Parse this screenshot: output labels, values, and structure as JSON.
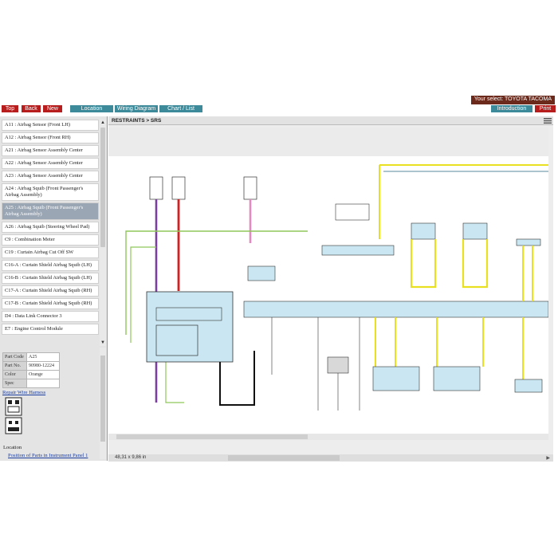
{
  "header": {
    "vehicle_label": "Your select: TOYOTA TACOMA",
    "buttons_left": [
      "Top",
      "Back",
      "New"
    ],
    "buttons_mid": [
      "Location",
      "Wiring Diagram",
      "Chart / List"
    ],
    "buttons_right": [
      "Introduction",
      "Print"
    ]
  },
  "sidebar": {
    "items": [
      "A11 : Airbag Sensor (Front LH)",
      "A12 : Airbag Sensor (Front RH)",
      "A21 : Airbag Sensor Assembly Center",
      "A22 : Airbag Sensor Assembly Center",
      "A23 : Airbag Sensor Assembly Center",
      "A24 : Airbag Squib (Front Passenger's Airbag Assembly)",
      "A25 : Airbag Squib (Front Passenger's Airbag Assembly)",
      "A26 : Airbag Squib (Steering Wheel Pad)",
      "C9 : Combination Meter",
      "C19 : Curtain Airbag Cut Off SW",
      "C16-A : Curtain Shield Airbag Squib (LH)",
      "C16-B : Curtain Shield Airbag Squib (LH)",
      "C17-A : Curtain Shield Airbag Squib (RH)",
      "C17-B : Curtain Shield Airbag Squib (RH)",
      "D4 : Data Link Connector 3",
      "E7 : Engine Control Module"
    ],
    "selected_index": 6,
    "part_info": {
      "rows": [
        {
          "key": "Part Code",
          "value": "A25"
        },
        {
          "key": "Part No.",
          "value": "90980-12224"
        },
        {
          "key": "Color",
          "value": "Orange"
        },
        {
          "key": "Spec",
          "value": ""
        }
      ]
    },
    "repair_link": "Repair Wire Harness",
    "location_label": "Location",
    "location_link": "Position of Parts in Instrument Panel 1"
  },
  "main": {
    "breadcrumb": "RESTRAINTS > SRS",
    "coordinates": "48,31 x 9,86 in"
  },
  "colors": {
    "vehicle_bg": "#6b2a1c",
    "red_button": "#b81d1d",
    "teal_button": "#3d8a9a",
    "panel_fill": "#c9e6f2",
    "wire_purple": "#7b3fa0",
    "wire_red": "#d42020",
    "wire_pink": "#e58ac0",
    "wire_yellow": "#e8e020",
    "wire_green": "#8fc65a"
  },
  "icons": [
    "menu-icon",
    "scroll-up-icon",
    "scroll-down-icon",
    "connector-icon"
  ]
}
